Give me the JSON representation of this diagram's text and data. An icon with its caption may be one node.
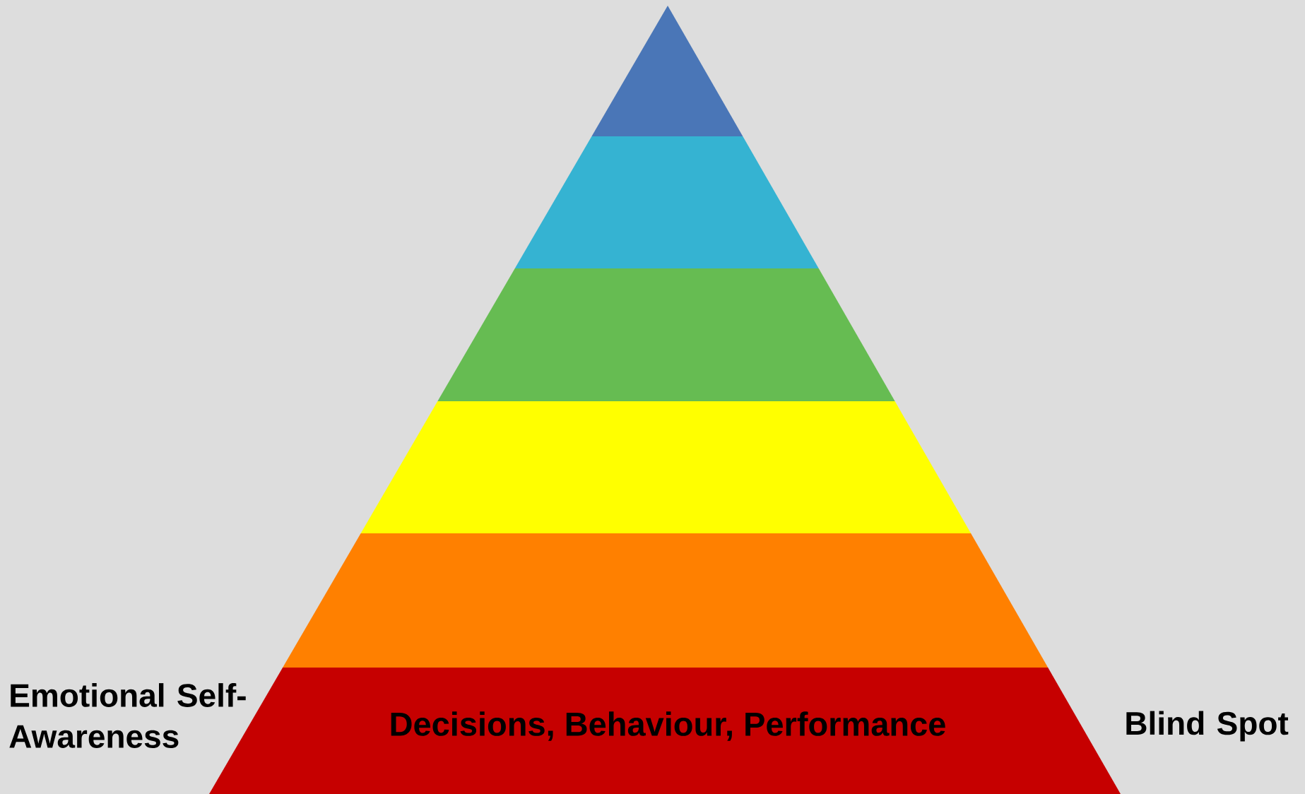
{
  "diagram": {
    "nodes": [
      {
        "text": [],
        "shape": "triangle"
      },
      {
        "text": [],
        "shape": "band"
      },
      {
        "text": [],
        "shape": "band"
      },
      {
        "text": [],
        "shape": "band"
      },
      {
        "text": [],
        "shape": "band"
      },
      {
        "text": [
          "Decisions, Behaviour, Performance"
        ]
      }
    ],
    "labels": [
      "Emotional Self-Awareness",
      "Blind Spot"
    ]
  }
}
